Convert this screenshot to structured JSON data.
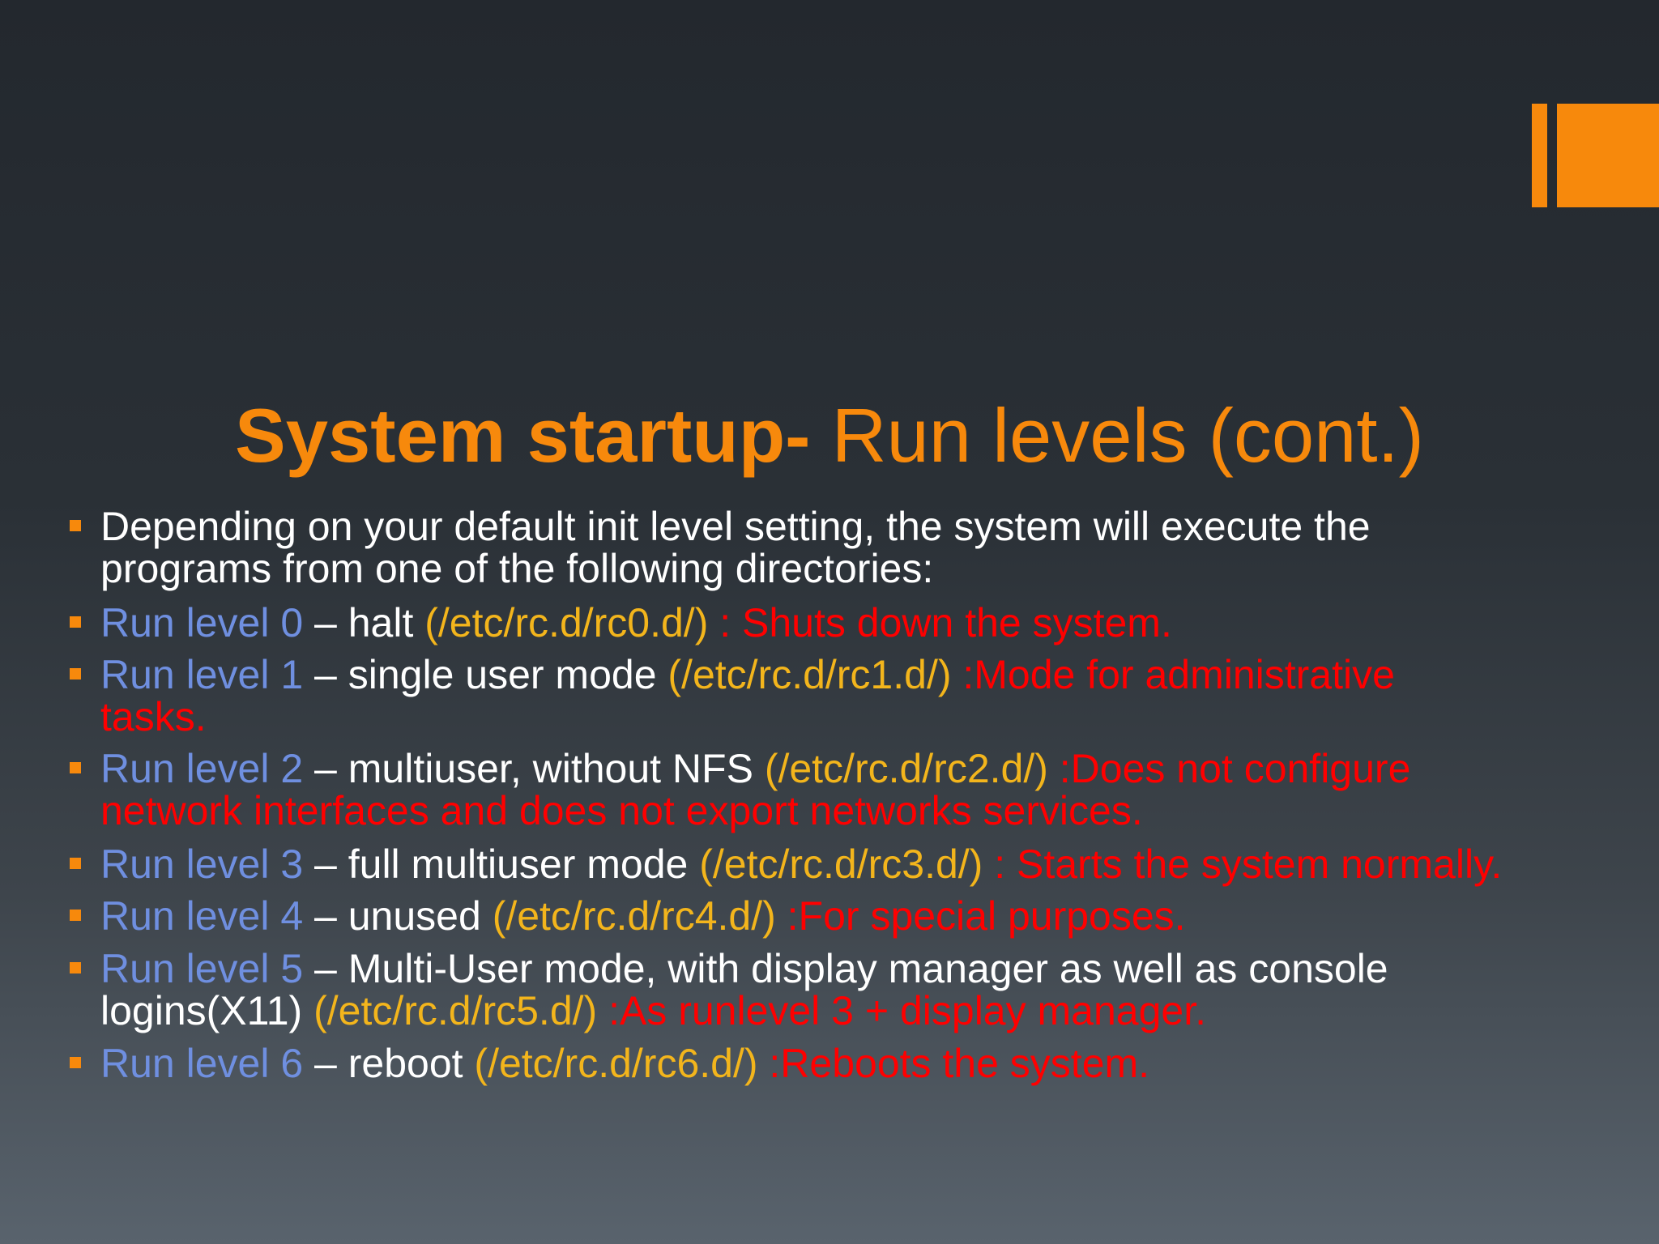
{
  "colors": {
    "accent": "#F7890C",
    "body_text": "#FFFFFF",
    "run_level": "#6F8FE0",
    "path": "#F3B51C",
    "description": "#FF0000"
  },
  "title": {
    "bold": "System startup-",
    "regular": " Run levels (cont.)"
  },
  "intro": {
    "line1": "Depending on your default init level setting, the system will execute the",
    "line2": "programs from one of the following directories:"
  },
  "run_levels": [
    {
      "level": "Run level 0",
      "dash_mode": " – halt ",
      "path": "(/etc/rc.d/rc0.d/)",
      "description": " : Shuts down the system."
    },
    {
      "level": "Run level 1",
      "dash_mode": " – single user mode ",
      "path": "(/etc/rc.d/rc1.d/)",
      "description": " :Mode for administrative",
      "description_cont": "tasks."
    },
    {
      "level": "Run level 2",
      "dash_mode": " – multiuser, without NFS ",
      "path": "(/etc/rc.d/rc2.d/)",
      "description": " :Does not configure",
      "description_cont": "network interfaces and does not export networks services."
    },
    {
      "level": "Run level 3",
      "dash_mode": " – full multiuser mode ",
      "path": "(/etc/rc.d/rc3.d/)",
      "description": " : Starts the system normally."
    },
    {
      "level": "Run level 4",
      "dash_mode": " – unused ",
      "path": "(/etc/rc.d/rc4.d/)",
      "description": " :For special purposes."
    },
    {
      "level": "Run level 5",
      "dash_mode": " – Multi-User mode, with display manager as well as console",
      "mode_cont": "logins(X11) ",
      "path": "(/etc/rc.d/rc5.d/)",
      "description": " :As runlevel 3 + display manager."
    },
    {
      "level": "Run level 6",
      "dash_mode": " – reboot ",
      "path": "(/etc/rc.d/rc6.d/)",
      "description": " :Reboots the system."
    }
  ]
}
